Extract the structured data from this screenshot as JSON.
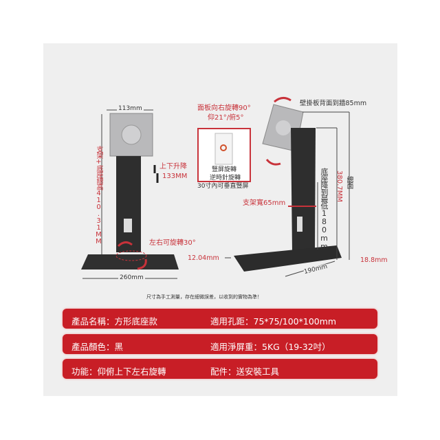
{
  "left_stand": {
    "plate_width": "113mm",
    "total_height": "支架+底座總高410.31MM",
    "lift": "上下升降",
    "lift_value": "133MM",
    "swivel": "左右可旋轉30°",
    "base_width": "260mm"
  },
  "rotation_box": {
    "title": "面板向右旋轉90°",
    "tilt": "仰21°/俯5°",
    "line1": "豎屏旋轉",
    "line2": "逆時針旋轉",
    "line3": "30寸內可垂直豎屏"
  },
  "right_stand": {
    "wall_distance": "壁掛板背面到牆85mm",
    "column_width": "支架寬65mm",
    "min_height": "底座降到最低180mm",
    "max_height": "380.7MM",
    "to_top": "總面",
    "base_thickness_left": "12.04mm",
    "base_thickness_right": "18.8mm",
    "base_depth": "190mm"
  },
  "note": "尺寸為手工測量，存在細微誤差，以收到的實物為準！",
  "specs": [
    {
      "left": "產品名稱：方形底座款",
      "right": "適用孔距：75*75/100*100mm"
    },
    {
      "left": "產品顏色：黑",
      "right": "適用淨屏重：5KG（19-32吋）"
    },
    {
      "left": "功能：仰俯上下左右旋轉",
      "right": "配件：送安裝工具"
    }
  ],
  "colors": {
    "accent": "#c81e26",
    "panel": "#efefef",
    "stand": "#2a2a2a"
  }
}
